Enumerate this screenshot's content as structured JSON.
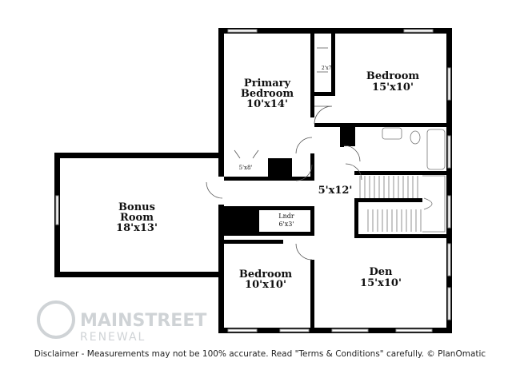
{
  "rooms": {
    "primary_bedroom": {
      "name_line1": "Primary",
      "name_line2": "Bedroom",
      "size": "10'x14'"
    },
    "bedroom_top": {
      "name": "Bedroom",
      "size": "15'x10'"
    },
    "bonus_room": {
      "name_line1": "Bonus",
      "name_line2": "Room",
      "size": "18'x13'"
    },
    "hall": {
      "size": "5'x12'"
    },
    "laundry": {
      "name": "Lndr",
      "size": "6'x3'"
    },
    "bedroom_bottom": {
      "name": "Bedroom",
      "size": "10'x10'"
    },
    "den": {
      "name": "Den",
      "size": "15'x10'"
    },
    "closet_top": {
      "size": "2'x7'"
    },
    "closet_primary": {
      "size": "5'x8'"
    }
  },
  "watermark": {
    "line1": "MAINSTREET",
    "line2": "RENEWAL"
  },
  "disclaimer": "Disclaimer - Measurements may not be 100% accurate. Read \"Terms & Conditions\" carefully. © PlanOmatic",
  "colors": {
    "wall": "#000000",
    "background": "#ffffff",
    "watermark": "#cfd3d6"
  }
}
